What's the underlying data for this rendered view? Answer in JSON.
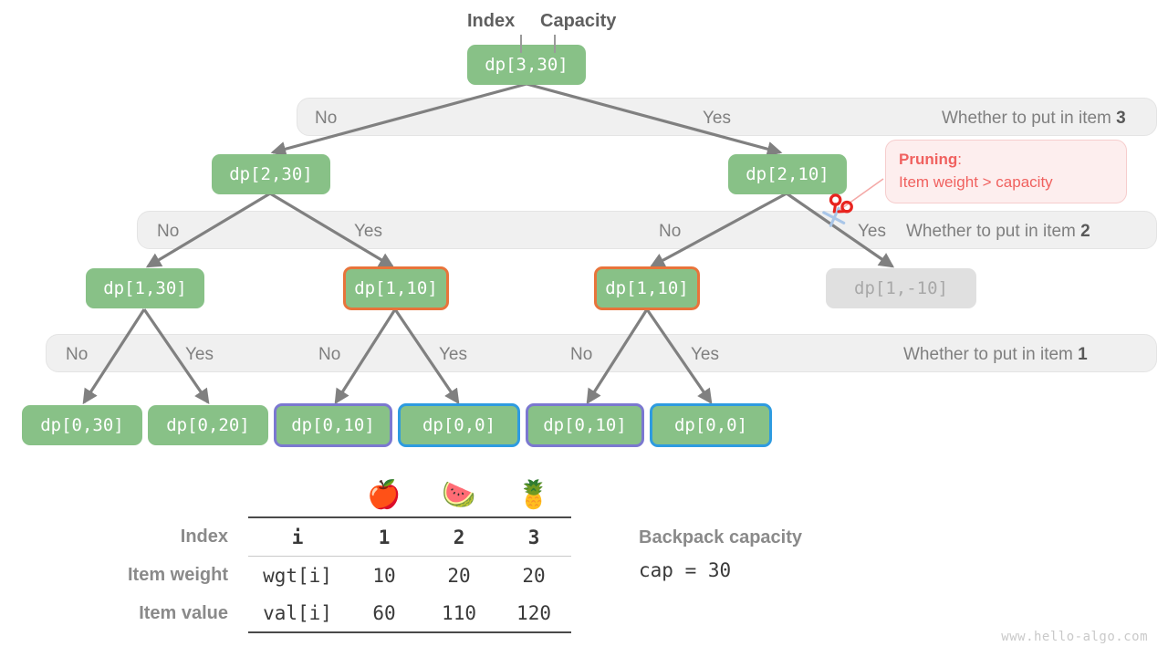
{
  "header": {
    "index_label": "Index",
    "capacity_label": "Capacity"
  },
  "tree": {
    "root": {
      "label": "dp[3,30]"
    },
    "level2": [
      {
        "label": "dp[2,30]"
      },
      {
        "label": "dp[2,10]"
      }
    ],
    "level1": [
      {
        "label": "dp[1,30]",
        "style": "plain"
      },
      {
        "label": "dp[1,10]",
        "style": "orange"
      },
      {
        "label": "dp[1,10]",
        "style": "orange"
      },
      {
        "label": "dp[1,-10]",
        "style": "muted"
      }
    ],
    "level0": [
      {
        "label": "dp[0,30]",
        "style": "plain"
      },
      {
        "label": "dp[0,20]",
        "style": "plain"
      },
      {
        "label": "dp[0,10]",
        "style": "purple"
      },
      {
        "label": "dp[0,0]",
        "style": "blue"
      },
      {
        "label": "dp[0,10]",
        "style": "purple"
      },
      {
        "label": "dp[0,0]",
        "style": "blue"
      }
    ]
  },
  "bands": [
    {
      "question": "Whether to put in item ",
      "item": "3",
      "choices": [
        "No",
        "Yes"
      ]
    },
    {
      "question": "Whether to put in item ",
      "item": "2",
      "choices": [
        "No",
        "Yes",
        "No",
        "Yes"
      ]
    },
    {
      "question": "Whether to put in item ",
      "item": "1",
      "choices": [
        "No",
        "Yes",
        "No",
        "Yes",
        "No",
        "Yes"
      ]
    }
  ],
  "pruning": {
    "title": "Pruning",
    "colon": ":",
    "reason": "Item weight > capacity",
    "icon": "scissors-icon",
    "color": "#f0615f"
  },
  "table": {
    "fruits": [
      "apple-icon",
      "watermelon-icon",
      "pineapple-icon"
    ],
    "fruit_glyphs": [
      "🍎",
      "🍉",
      "🍍"
    ],
    "rows": [
      {
        "label": "Index",
        "key": "i",
        "values": [
          "1",
          "2",
          "3"
        ]
      },
      {
        "label": "Item weight",
        "key": "wgt[i]",
        "values": [
          "10",
          "20",
          "20"
        ]
      },
      {
        "label": "Item value",
        "key": "val[i]",
        "values": [
          "60",
          "110",
          "120"
        ]
      }
    ]
  },
  "capacity": {
    "title": "Backpack capacity",
    "value": "cap = 30"
  },
  "watermark": "www.hello-algo.com",
  "colors": {
    "node_green": "#88c187",
    "orange_border": "#e8743b",
    "purple_border": "#7b78d0",
    "blue_border": "#2e9be0",
    "muted_node": "#e0e0e0",
    "band_bg": "#f0f0f0",
    "edge": "#808080",
    "prune_red": "#f0615f"
  }
}
